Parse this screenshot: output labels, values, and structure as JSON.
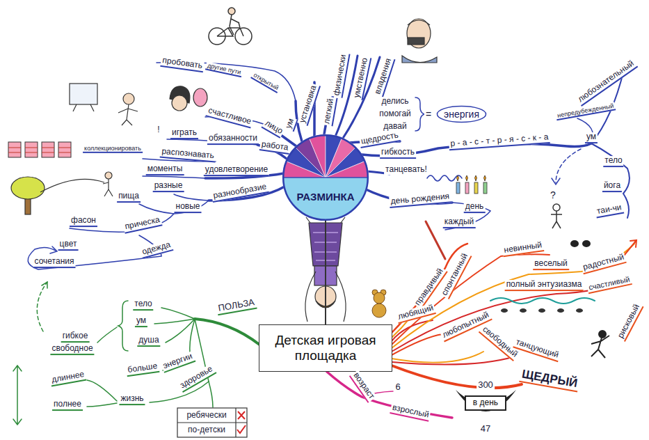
{
  "diagram": {
    "nodes": [
      {
        "text": [
          "энергия"
        ]
      },
      {
        "text": [
          "РАЗМИНКА"
        ]
      },
      {
        "text": [
          "Детская игровая площадка"
        ]
      },
      {
        "text": [
          "в день"
        ]
      }
    ],
    "edges": [
      {
        "from": 1,
        "to": 2,
        "arrow": "none"
      }
    ],
    "labels": [
      "пробовать",
      "другие пути",
      "открытый",
      "ум",
      "установка",
      "легкий",
      "физически",
      "умственно",
      "владения",
      "счастливое",
      "лицо",
      "!",
      "играть",
      "обязанности",
      "работа",
      "коллекционировать",
      "распознавать",
      "моменты",
      "удовлетворение",
      "разные",
      "новые",
      "разнообразие",
      "пища",
      "прическа",
      "фасон",
      "цвет",
      "одежда",
      "сочетания",
      "делись",
      "помогай",
      "давай",
      "=",
      "щедрость",
      "гибкость",
      "р - а - с - т - р - я - с - к - а",
      "танцевать!",
      "день рождения",
      "день",
      "каждый",
      "любознательный",
      "непредубежденный",
      "ум",
      "тело",
      "йога",
      "таи-чи",
      "?",
      "спонтанный",
      "правдивый",
      "любящий",
      "невинный",
      "веселый",
      "радостный",
      "счастливый",
      "полный энтузиазма",
      "рисковый",
      "любопытный",
      "свободный",
      "танцующий",
      "ЩЕДРЫЙ",
      "ПОЛЬЗА",
      "тело",
      "ум",
      "душа",
      "гибкое",
      "свободное",
      "больше",
      "энергии",
      "здоровье",
      "длиннее",
      "жизнь",
      "полнее",
      "ребячески",
      "по-детски",
      "возраст",
      "6",
      "взрослый",
      "300",
      "47"
    ]
  }
}
